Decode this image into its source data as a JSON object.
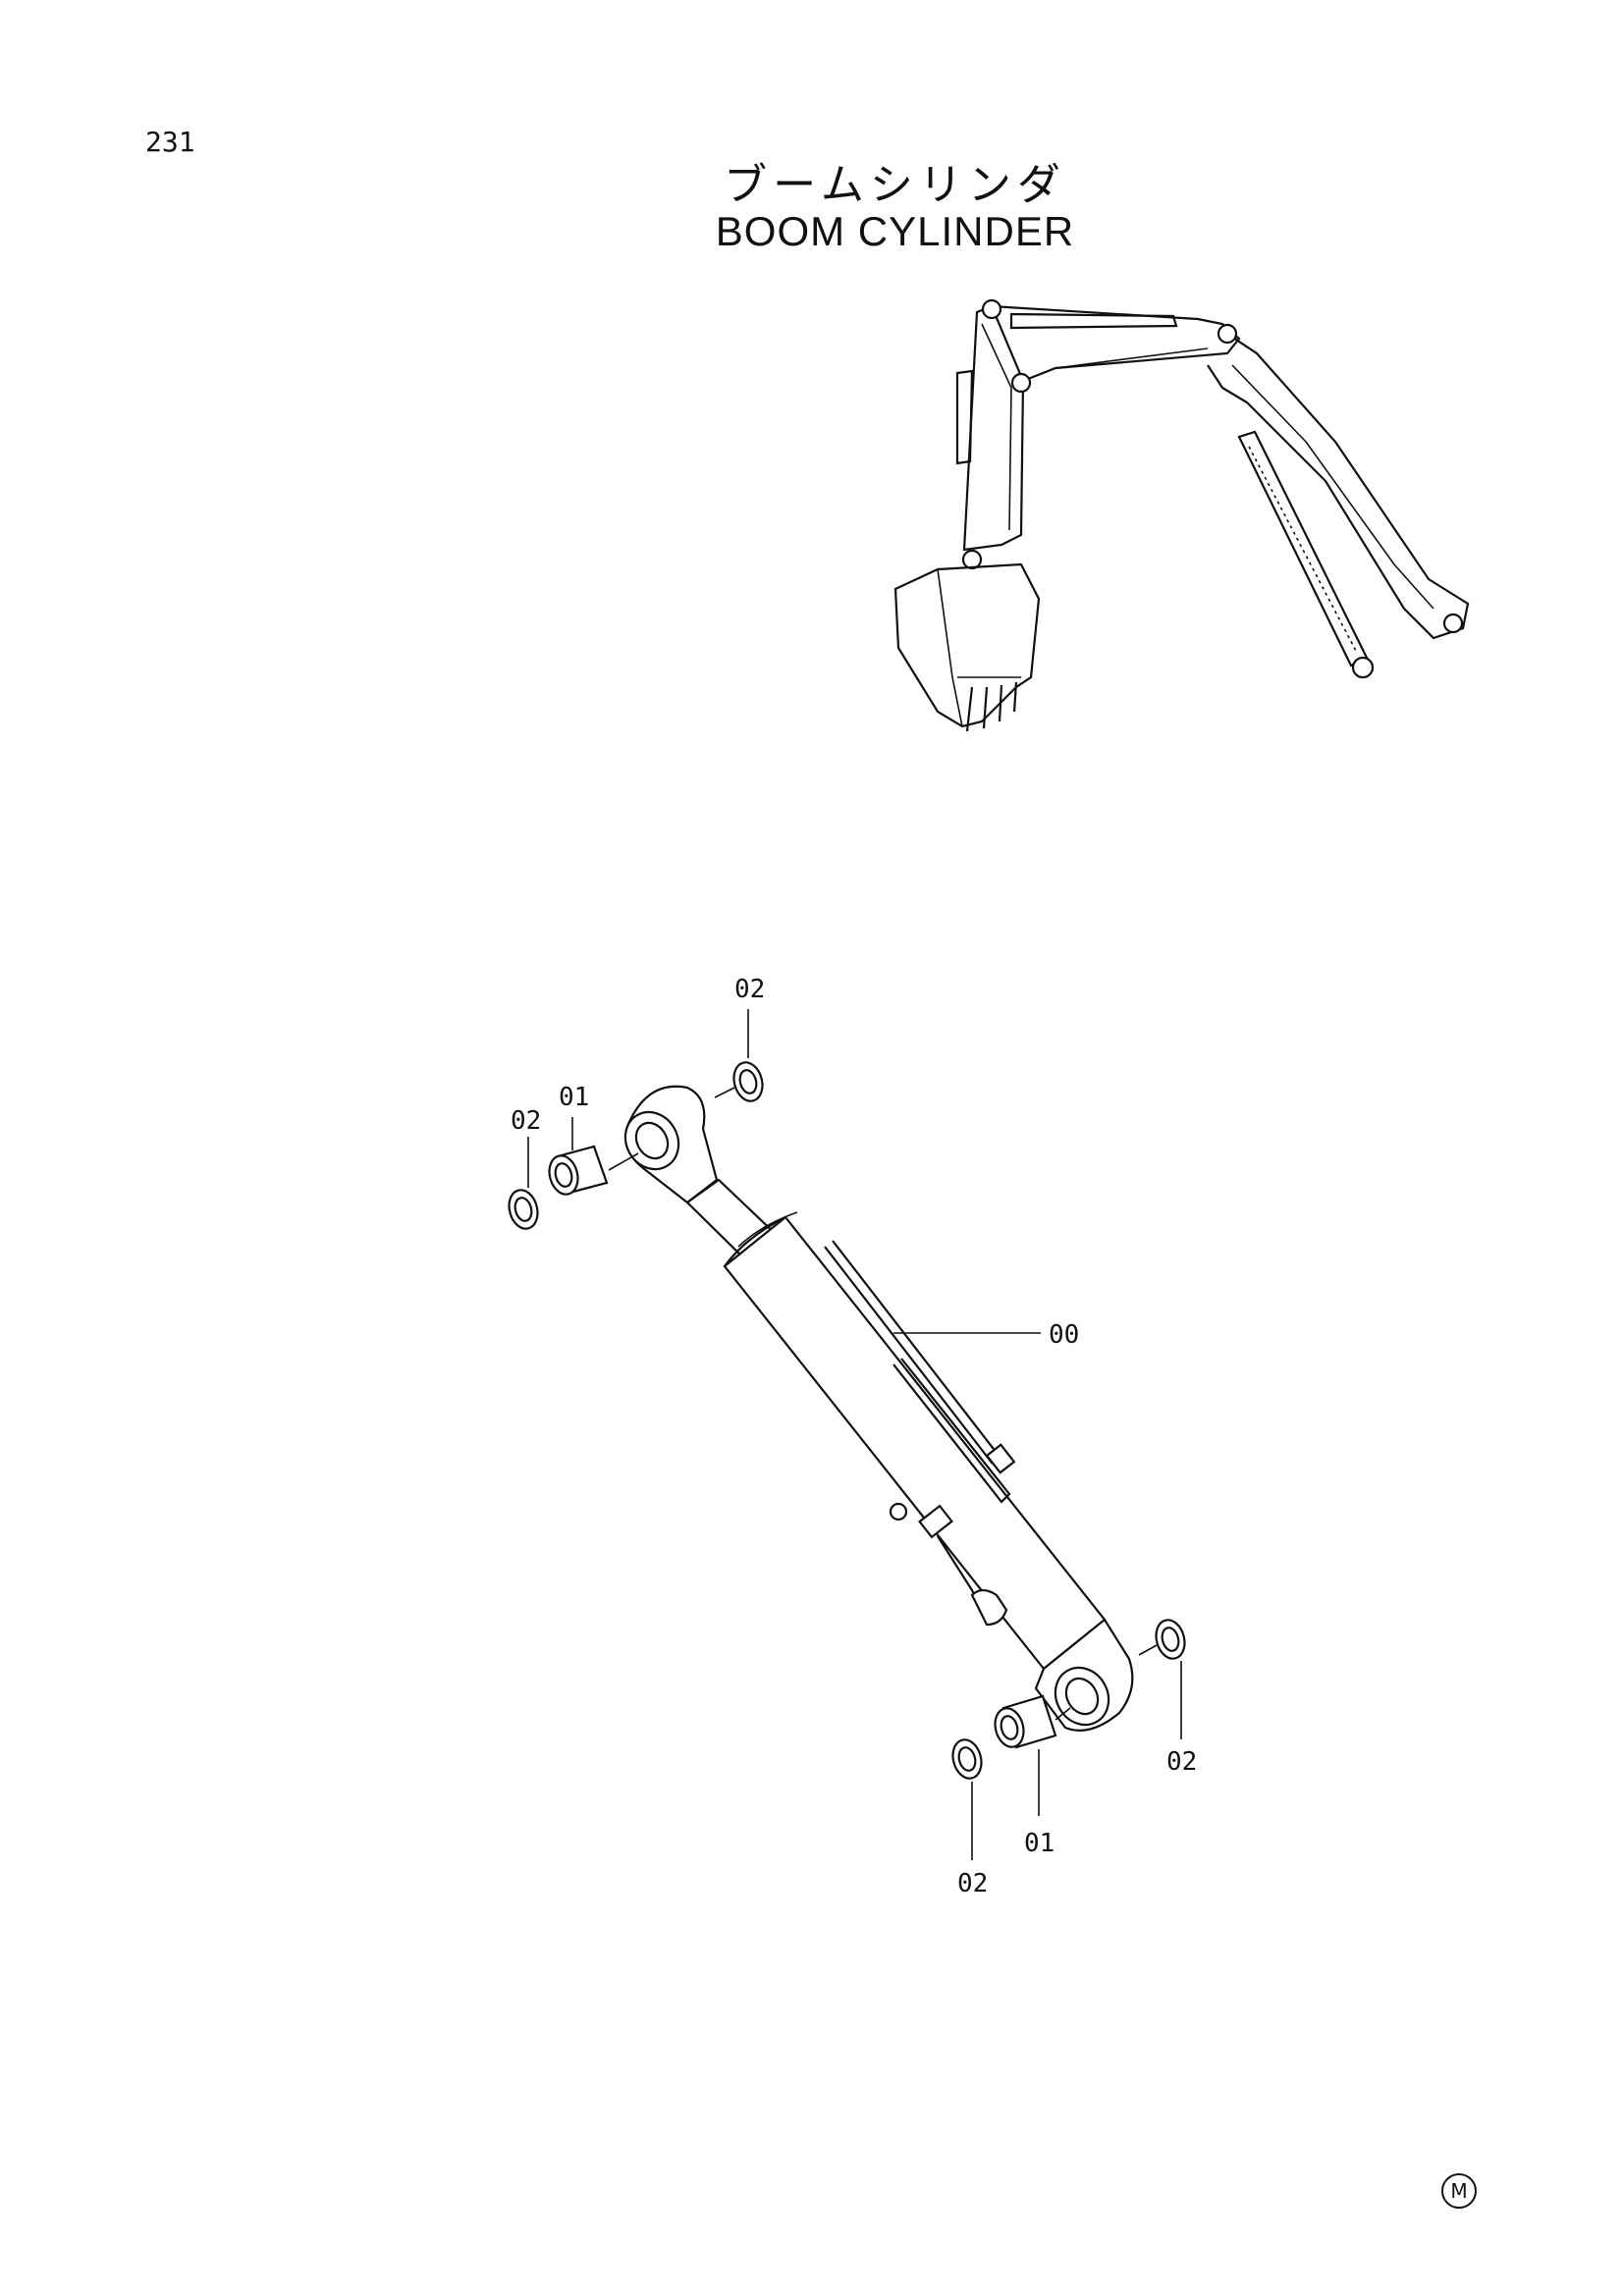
{
  "page": {
    "number": "231",
    "title_jp": "ブームシリンダ",
    "title_en": "BOOM CYLINDER",
    "mark": "M"
  },
  "callouts": {
    "assembly": "00",
    "bushing_top": "01",
    "bushing_bottom": "01",
    "seal_top_right": "02",
    "seal_top_left": "02",
    "seal_bottom_right": "02",
    "seal_bottom_left": "02"
  }
}
